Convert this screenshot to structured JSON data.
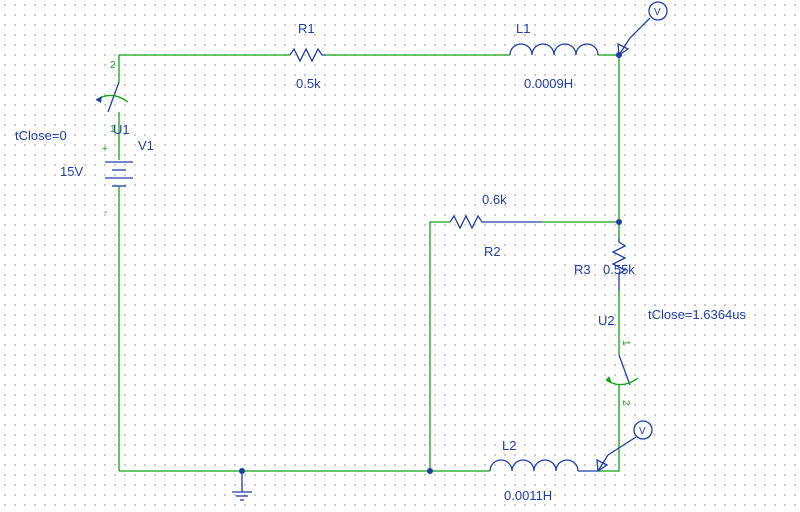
{
  "components": {
    "v1": {
      "ref": "V1",
      "value": "15V",
      "plus": "+",
      "minus": "-"
    },
    "u1": {
      "ref": "U1",
      "param": "tClose=0",
      "pin1": "1",
      "pin2": "2"
    },
    "r1": {
      "ref": "R1",
      "value": "0.5k"
    },
    "l1": {
      "ref": "L1",
      "value": "0.0009H"
    },
    "r2": {
      "ref": "R2",
      "value": "0.6k"
    },
    "r3": {
      "ref": "R3",
      "value": "0.55k"
    },
    "u2": {
      "ref": "U2",
      "param": "tClose=1.6364us",
      "pin1": "1",
      "pin2": "2"
    },
    "l2": {
      "ref": "L2",
      "value": "0.0011H"
    }
  },
  "probes": {
    "top": {
      "label": "V"
    },
    "bottom": {
      "label": "V"
    }
  },
  "colors": {
    "wire": "#12a012",
    "component": "#1e3ea8",
    "grid_dot": "#b8b8b8"
  }
}
